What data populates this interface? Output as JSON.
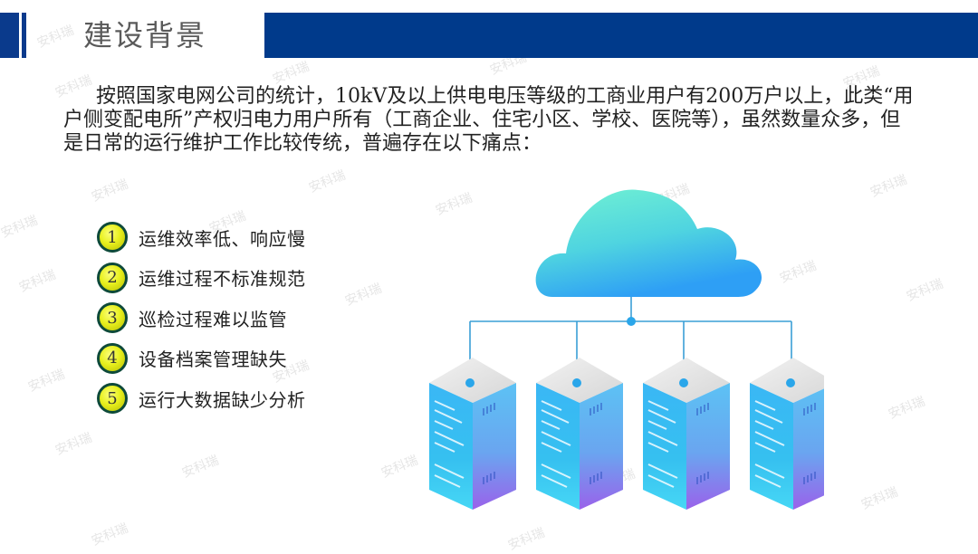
{
  "header": {
    "title": "建设背景",
    "bar_color": "#003a8b"
  },
  "intro": {
    "text": "按照国家电网公司的统计，10kV及以上供电电压等级的工商业用户有200万户以上，此类“用户侧变配电所”产权归电力用户所有（工商企业、住宅小区、学校、医院等），虽然数量众多，但是日常的运行维护工作比较传统，普遍存在以下痛点："
  },
  "pain_points": {
    "items": [
      {
        "number": "1",
        "label": "运维效率低、响应慢"
      },
      {
        "number": "2",
        "label": "运维过程不标准规范"
      },
      {
        "number": "3",
        "label": "巡检过程难以监管"
      },
      {
        "number": "4",
        "label": "设备档案管理缺失"
      },
      {
        "number": "5",
        "label": "运行大数据缺少分析"
      }
    ]
  },
  "diagram": {
    "cloud_icon": "cloud-icon",
    "server_icon": "server-rack-icon",
    "server_count": 4,
    "line_color": "#3a9fd6",
    "node_color": "#2aa6ea"
  },
  "watermark": {
    "text": "安科瑞"
  }
}
